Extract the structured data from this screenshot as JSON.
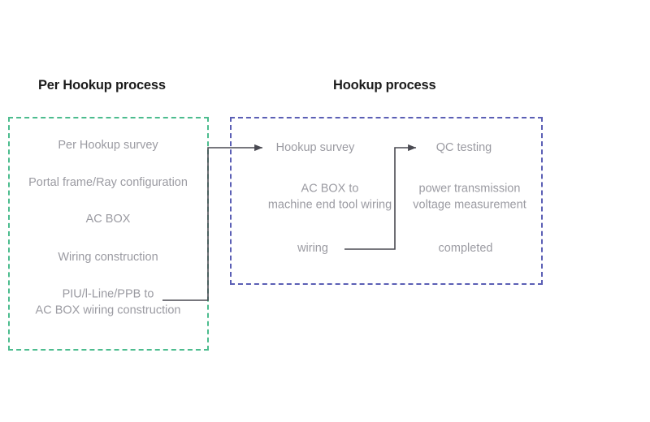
{
  "diagram": {
    "type": "flow-diagram",
    "background_color": "#ffffff",
    "text_color": "#9b9ba2",
    "title_color": "#1c1c1c",
    "connector_color": "#4a4a52",
    "groups": [
      {
        "id": "per-hookup",
        "title": "Per Hookup process",
        "border_color": "#4cbc8e",
        "border_style": "dashed",
        "nodes": [
          {
            "id": "l0",
            "label": "Per Hookup survey"
          },
          {
            "id": "l1",
            "label": "Portal frame/Ray configuration"
          },
          {
            "id": "l2",
            "label": "AC BOX"
          },
          {
            "id": "l3",
            "label": "Wiring construction"
          },
          {
            "id": "l4",
            "label": "PIU/l-Line/PPB to\nAC BOX wiring construction"
          }
        ]
      },
      {
        "id": "hookup",
        "title": "Hookup process",
        "border_color": "#5b5fb5",
        "border_style": "dashed",
        "columns": [
          {
            "id": "hookup-col-left",
            "nodes": [
              {
                "id": "r0",
                "label": "Hookup survey"
              },
              {
                "id": "r1",
                "label": "AC BOX to\nmachine end tool wiring"
              },
              {
                "id": "r2",
                "label": "wiring"
              }
            ]
          },
          {
            "id": "hookup-col-right",
            "nodes": [
              {
                "id": "r3",
                "label": "QC testing"
              },
              {
                "id": "r4",
                "label": "power transmission\nvoltage measurement"
              },
              {
                "id": "r5",
                "label": "completed"
              }
            ]
          }
        ]
      }
    ],
    "connectors": [
      {
        "id": "conn-piu-to-hookup-survey",
        "from": "PIU/l-Line/PPB to AC BOX wiring construction",
        "to": "Hookup survey",
        "arrowhead": true
      },
      {
        "id": "conn-wiring-to-qc-testing",
        "from": "wiring",
        "to": "QC testing",
        "arrowhead": true
      }
    ]
  }
}
